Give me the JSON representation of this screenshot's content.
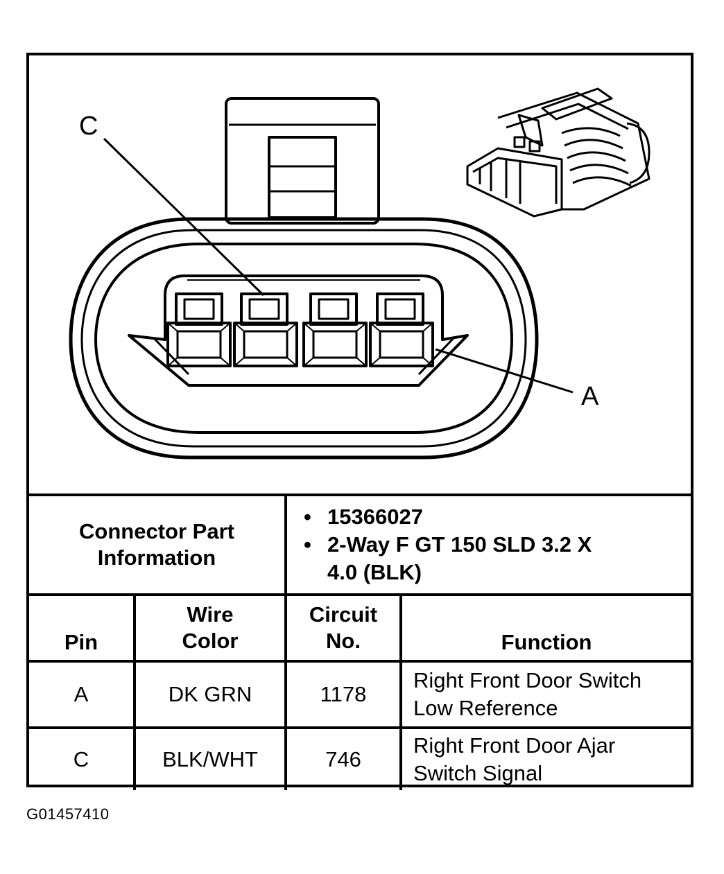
{
  "callouts": {
    "c": "C",
    "a": "A"
  },
  "connector_info": {
    "label_line1": "Connector Part",
    "label_line2": "Information",
    "bullet": "•",
    "part_number": "15366027",
    "description_line1": "2-Way F GT 150 SLD 3.2 X",
    "description_line2": "4.0 (BLK)"
  },
  "table": {
    "headers": {
      "pin": "Pin",
      "wire_color_line1": "Wire",
      "wire_color_line2": "Color",
      "circuit_line1": "Circuit",
      "circuit_line2": "No.",
      "function": "Function"
    },
    "rows": [
      {
        "pin": "A",
        "wire_color": "DK GRN",
        "circuit": "1178",
        "function_line1": "Right Front Door Switch",
        "function_line2": "Low Reference"
      },
      {
        "pin": "C",
        "wire_color": "BLK/WHT",
        "circuit": "746",
        "function_line1": "Right Front Door Ajar",
        "function_line2": "Switch Signal"
      }
    ]
  },
  "figure_id": "G01457410"
}
